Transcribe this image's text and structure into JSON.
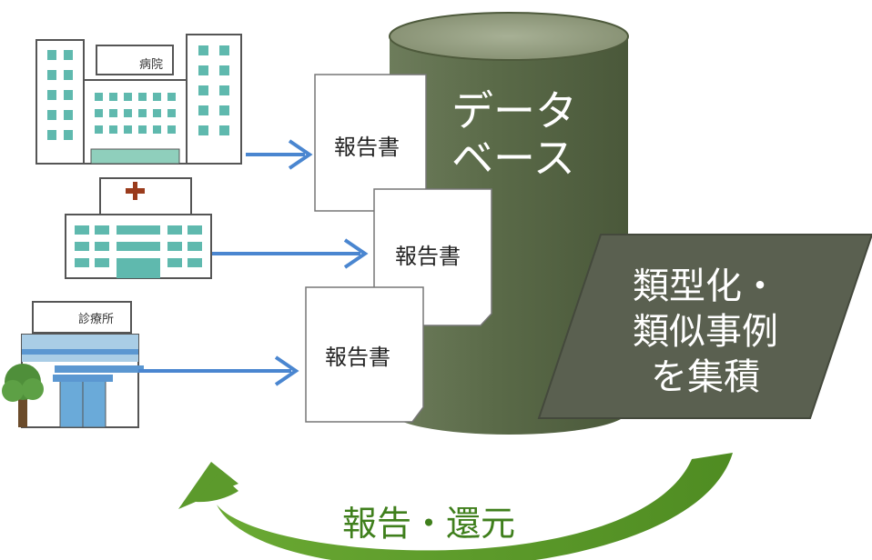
{
  "facilities": [
    {
      "name": "hospital",
      "sign": "病院"
    },
    {
      "name": "clinic-cross",
      "sign": ""
    },
    {
      "name": "clinic",
      "sign": "診療所"
    }
  ],
  "reports": [
    {
      "label": "報告書"
    },
    {
      "label": "報告書"
    },
    {
      "label": "報告書"
    }
  ],
  "database": {
    "line1": "データ",
    "line2": "ベース"
  },
  "categorize": {
    "line1": "類型化・",
    "line2": "類似事例",
    "line3": "を集積"
  },
  "feedback": {
    "label": "報告・還元"
  },
  "colors": {
    "cylinder": "#5b6b4a",
    "panel": "#5a6050",
    "arrow_blue": "#4a86d0",
    "feedback_green": "#5c9a2c",
    "feedback_text": "#3f7f1c",
    "building_teal": "#5fb9ae"
  }
}
